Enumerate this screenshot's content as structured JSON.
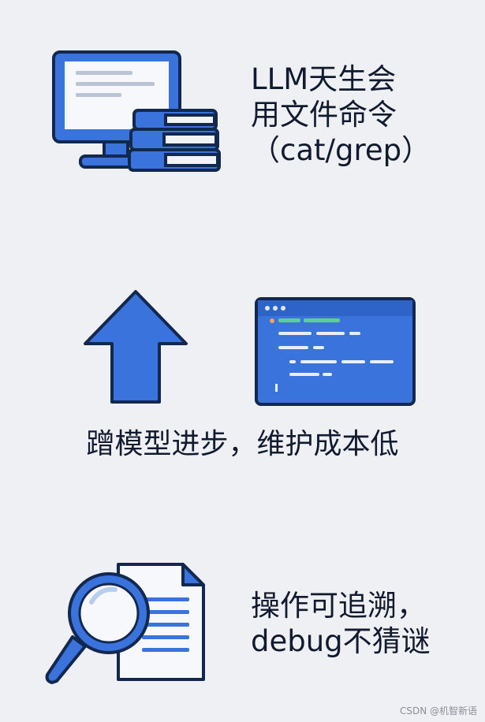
{
  "colors": {
    "background": "#eef0f3",
    "primary_blue": "#3a73dc",
    "dark_navy": "#13284f",
    "text": "#111a2e",
    "terminal_green": "#5fd08b"
  },
  "blocks": [
    {
      "icon": "computer-with-books-icon",
      "lines": [
        "LLM天生会",
        "用文件命令",
        "（cat/grep）"
      ]
    },
    {
      "icon": "up-arrow-and-terminal-icon",
      "lines": [
        "蹭模型进步，维护成本低"
      ]
    },
    {
      "icon": "magnifier-document-icon",
      "lines": [
        "操作可追溯，",
        "debug不猜谜"
      ]
    }
  ],
  "watermark": "CSDN @机智新语"
}
